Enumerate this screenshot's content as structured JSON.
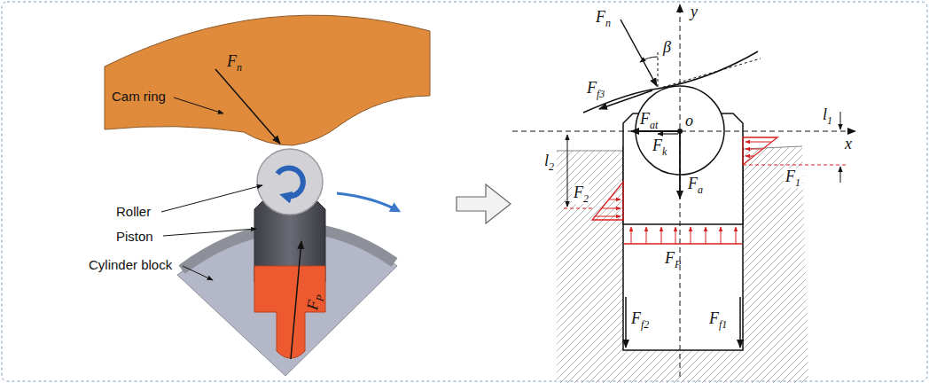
{
  "diagram": {
    "labels": [
      "Cam ring",
      "Fn",
      "Roller",
      "Piston",
      "Cylinder block",
      "FP",
      "Fn",
      "β",
      "y",
      "Ff3",
      "Fat",
      "o",
      "Fk",
      "l1",
      "x",
      "l2",
      "F1",
      "F2",
      "Fa",
      "FP",
      "Ff2",
      "Ff1"
    ]
  }
}
